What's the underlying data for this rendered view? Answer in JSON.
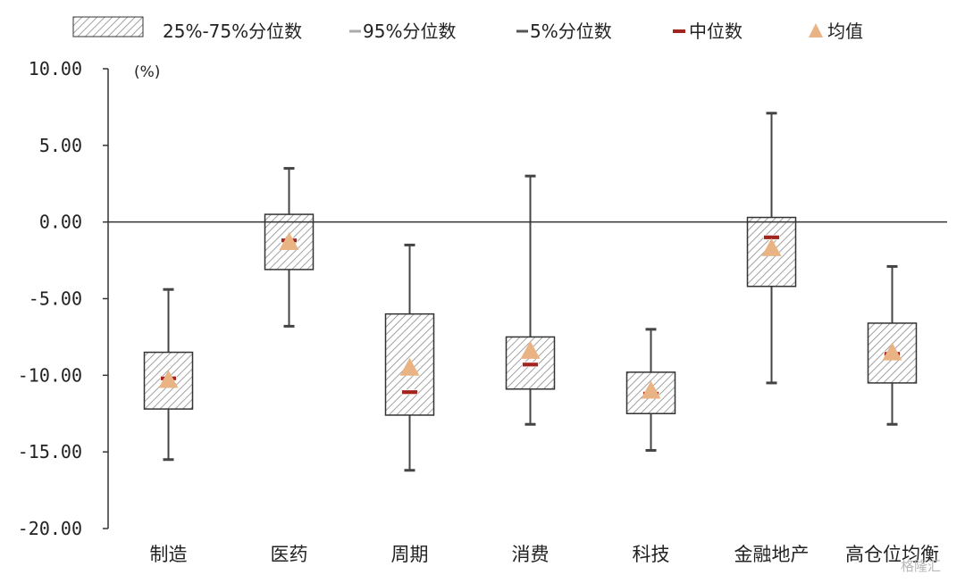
{
  "chart_data": {
    "type": "boxplot",
    "unit": "(%)",
    "ylim": [
      -20,
      10
    ],
    "yticks": [
      "10.00",
      "5.00",
      "0.00",
      "-5.00",
      "-10.00",
      "-15.00",
      "-20.00"
    ],
    "ytick_values": [
      10,
      5,
      0,
      -5,
      -10,
      -15,
      -20
    ],
    "legend": {
      "box": "25%-75%分位数",
      "p95": "95%分位数",
      "p5": "5%分位数",
      "median": "中位数",
      "mean": "均值"
    },
    "categories": [
      "制造",
      "医药",
      "周期",
      "消费",
      "科技",
      "金融地产",
      "高仓位均衡"
    ],
    "p95": [
      -4.4,
      3.5,
      -1.5,
      3.0,
      -7.0,
      7.1,
      -2.9
    ],
    "q75": [
      -8.5,
      0.5,
      -6.0,
      -7.5,
      -9.8,
      0.3,
      -6.6
    ],
    "median": [
      -10.2,
      -1.2,
      -11.1,
      -9.3,
      -11.2,
      -1.0,
      -8.6
    ],
    "mean": [
      -10.3,
      -1.3,
      -9.5,
      -8.4,
      -11.0,
      -1.7,
      -8.5
    ],
    "q25": [
      -12.2,
      -3.1,
      -12.6,
      -10.9,
      -12.5,
      -4.2,
      -10.5
    ],
    "p5": [
      -15.5,
      -6.8,
      -16.2,
      -13.2,
      -14.9,
      -10.5,
      -13.2
    ],
    "colors": {
      "whisker": "#444444",
      "median": "#a3241f",
      "mean": "#e9b384",
      "hatch": "#8a8a8a",
      "p95": "#aaaaaa",
      "p5": "#555555"
    }
  },
  "watermark": "格隆汇"
}
